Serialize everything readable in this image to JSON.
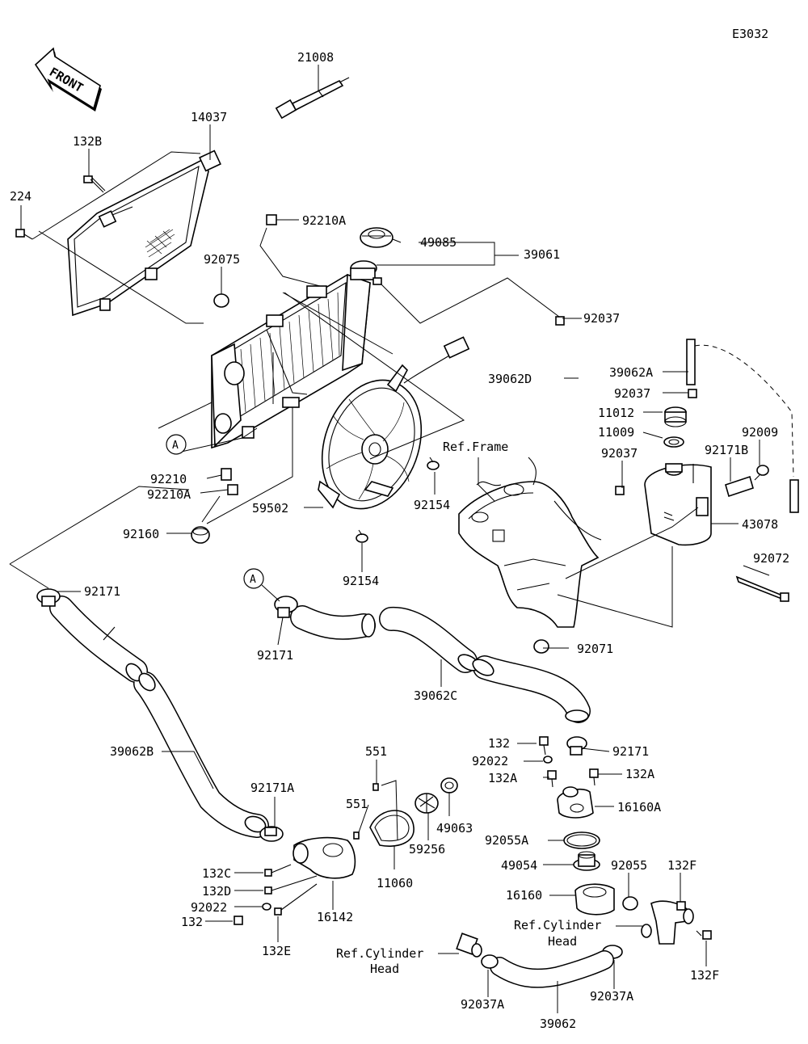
{
  "diagram_code": "E3032",
  "front_label": "FRONT",
  "callout_letter": "A",
  "labels": {
    "p21008": "21008",
    "p14037": "14037",
    "p132B": "132B",
    "p224": "224",
    "p92210A_top": "92210A",
    "p49085": "49085",
    "p39061": "39061",
    "p92075": "92075",
    "p92037_a": "92037",
    "p39062D": "39062D",
    "p39062A": "39062A",
    "p92037_b": "92037",
    "p11012": "11012",
    "p11009": "11009",
    "p92009": "92009",
    "p92171B": "92171B",
    "p92037_c": "92037",
    "p43078": "43078",
    "ref_frame": "Ref.Frame",
    "p92210": "92210",
    "p92210A_bottom": "92210A",
    "p92160": "92160",
    "p59502": "59502",
    "p92154_a": "92154",
    "p92154_b": "92154",
    "p92072": "92072",
    "p92171_left": "92171",
    "p92171_mid": "92171",
    "p92071": "92071",
    "p39062C": "39062C",
    "p39062B": "39062B",
    "p132": "132",
    "p92171_right": "92171",
    "p92022_right": "92022",
    "p132A_left": "132A",
    "p132A_right": "132A",
    "p551_top": "551",
    "p551_mid": "551",
    "p16160A": "16160A",
    "p92171A": "92171A",
    "p49063": "49063",
    "p59256": "59256",
    "p92055A": "92055A",
    "p11060": "11060",
    "p49054": "49054",
    "p92055": "92055",
    "p132F_top": "132F",
    "p132C": "132C",
    "p132D": "132D",
    "p92022_left": "92022",
    "p132_bottom": "132",
    "p16142": "16142",
    "p132E": "132E",
    "p16160": "16160",
    "ref_cyl_right_1": "Ref.Cylinder",
    "ref_cyl_right_2": "Head",
    "ref_cyl_left_1": "Ref.Cylinder",
    "ref_cyl_left_2": "Head",
    "p132F_bottom": "132F",
    "p92037A_left": "92037A",
    "p92037A_right": "92037A",
    "p39062": "39062"
  }
}
